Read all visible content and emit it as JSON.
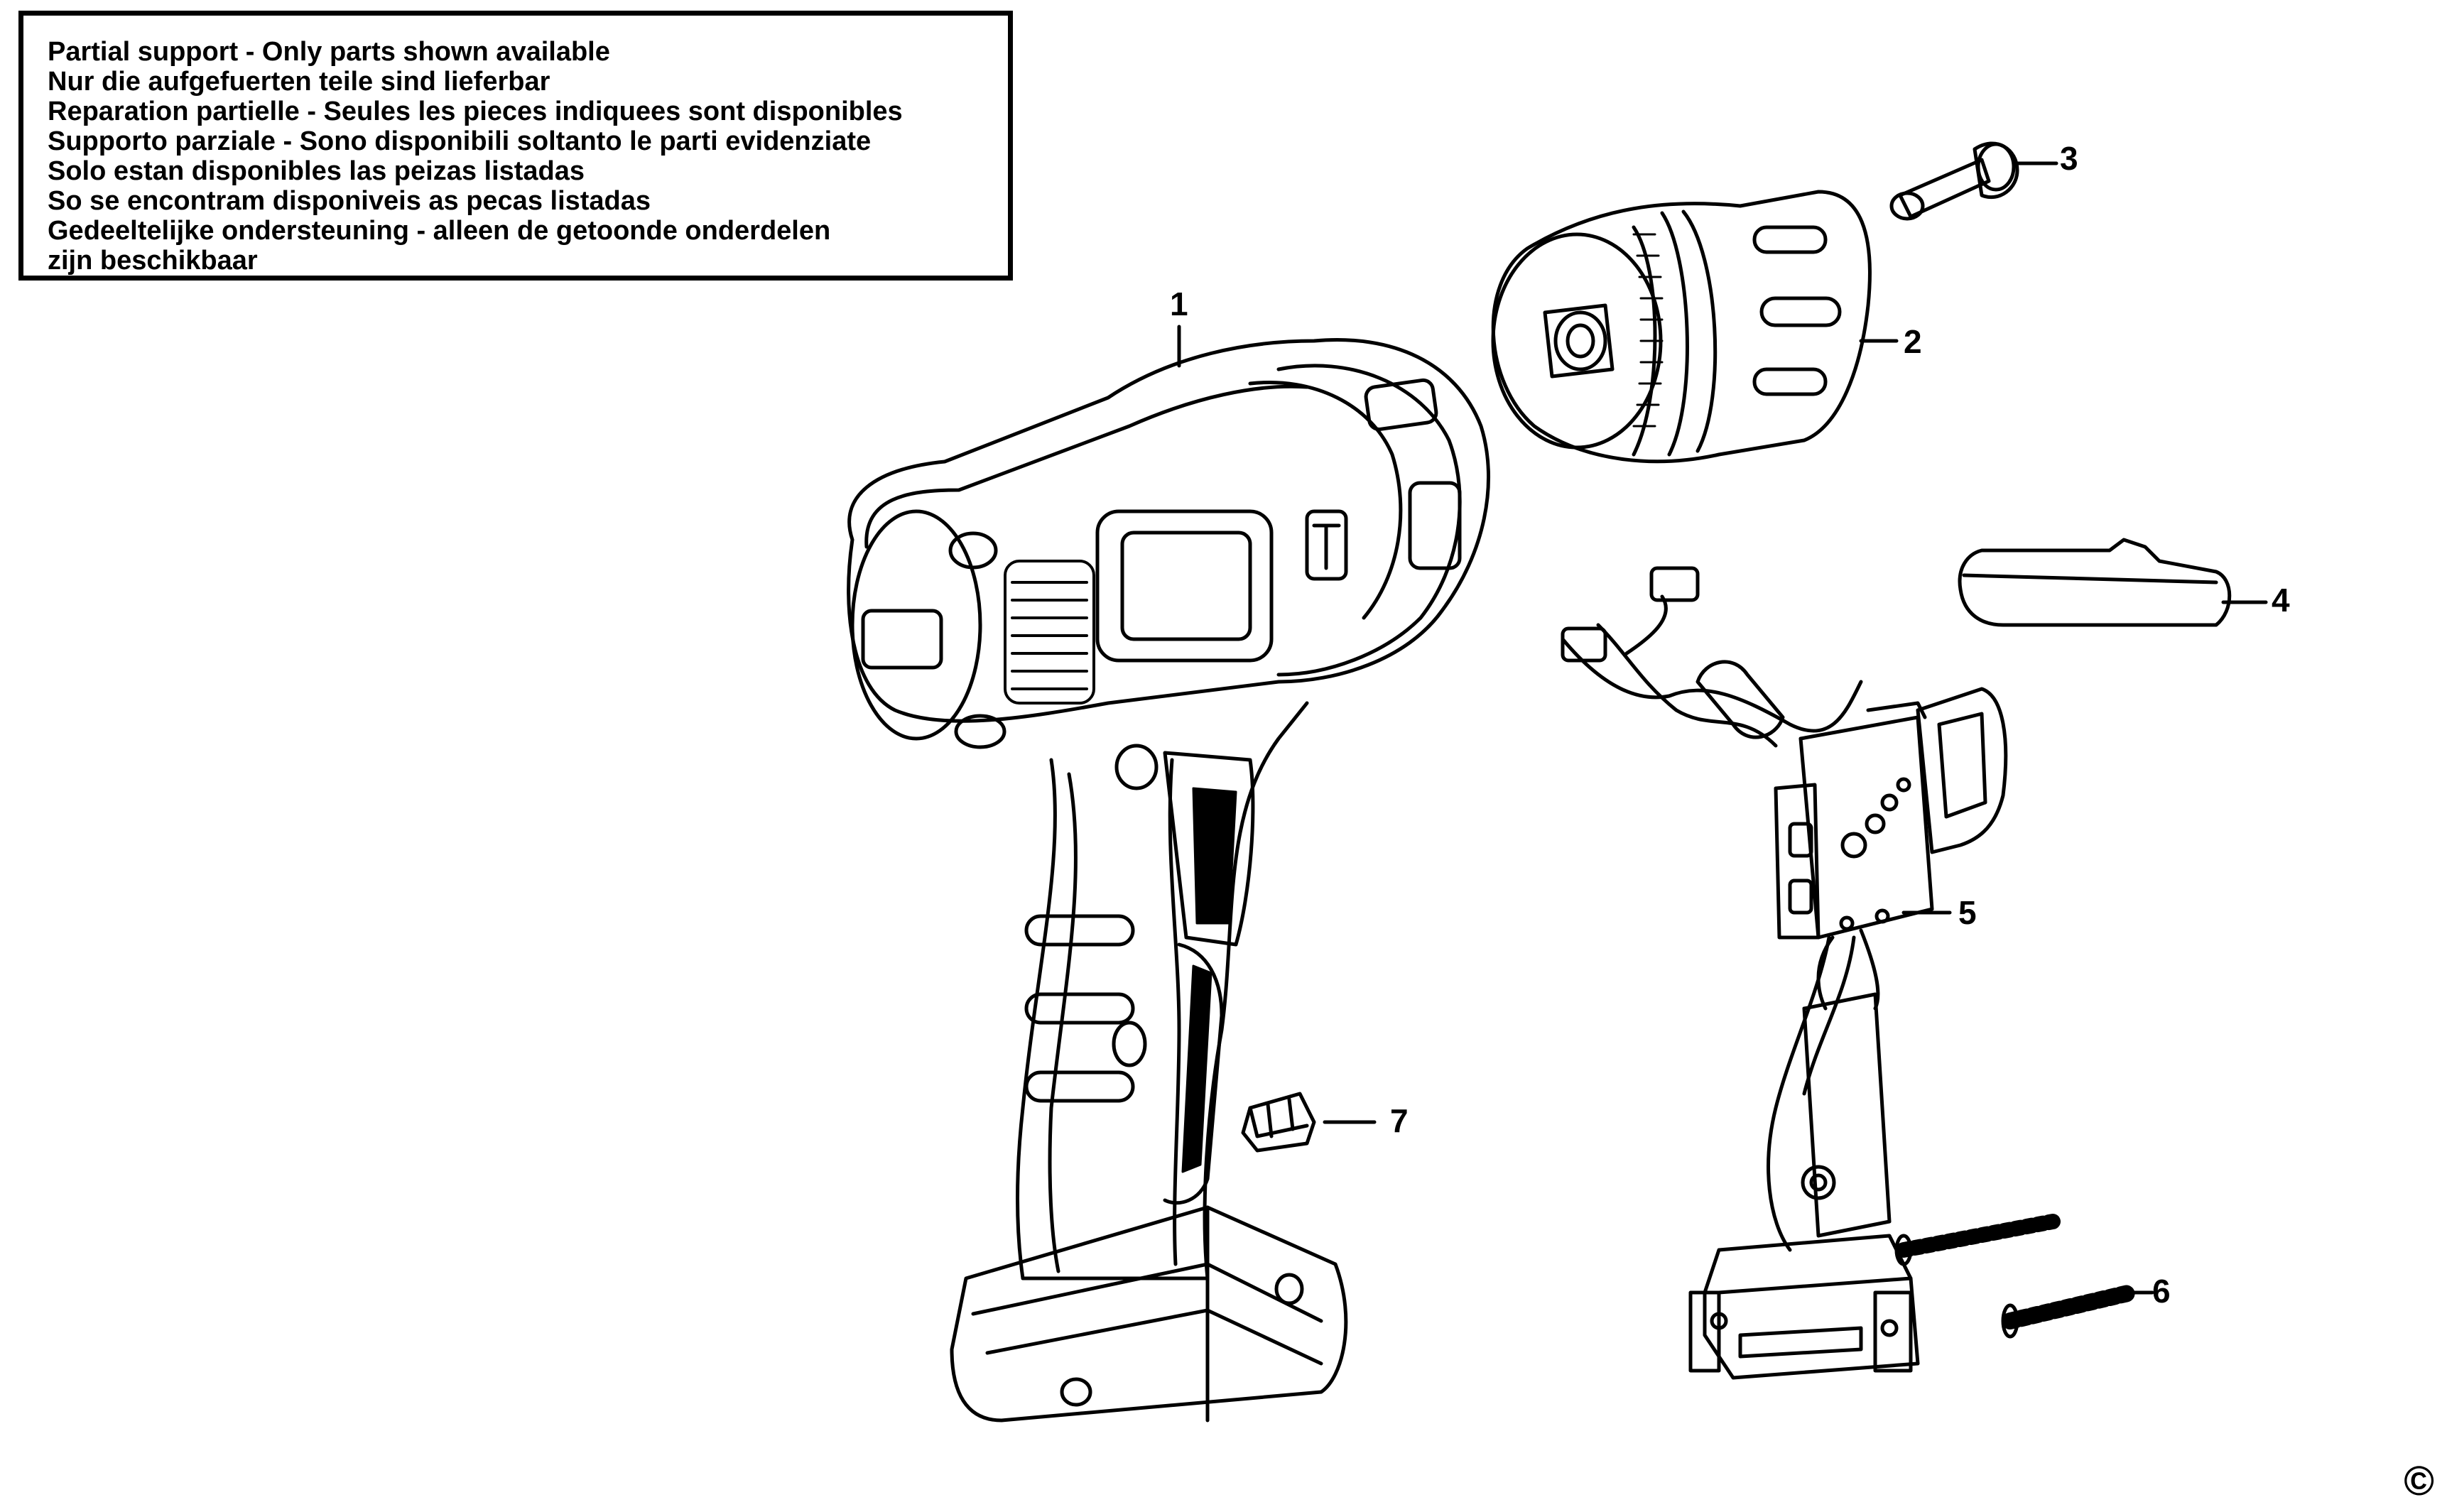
{
  "notice": {
    "lines": [
      "Partial support - Only parts shown available",
      "Nur die aufgefuerten teile sind lieferbar",
      "Reparation partielle - Seules les pieces indiquees sont disponibles",
      "Supporto parziale - Sono disponibili soltanto le parti evidenziate",
      "Solo estan disponibles las peizas listadas",
      "So se encontram disponiveis as pecas listadas",
      "Gedeeltelijke ondersteuning - alleen de getoonde onderdelen",
      "zijn beschikbaar"
    ]
  },
  "parts": [
    {
      "number": "1",
      "icon": "drill-housing-icon"
    },
    {
      "number": "2",
      "icon": "chuck-icon"
    },
    {
      "number": "3",
      "icon": "screw-icon"
    },
    {
      "number": "4",
      "icon": "battery-latch-icon"
    },
    {
      "number": "5",
      "icon": "switch-assembly-icon"
    },
    {
      "number": "6",
      "icon": "spring-icon"
    },
    {
      "number": "7",
      "icon": "clip-icon"
    }
  ],
  "copyright_symbol": "©",
  "colors": {
    "ink": "#000000",
    "paper": "#ffffff"
  }
}
